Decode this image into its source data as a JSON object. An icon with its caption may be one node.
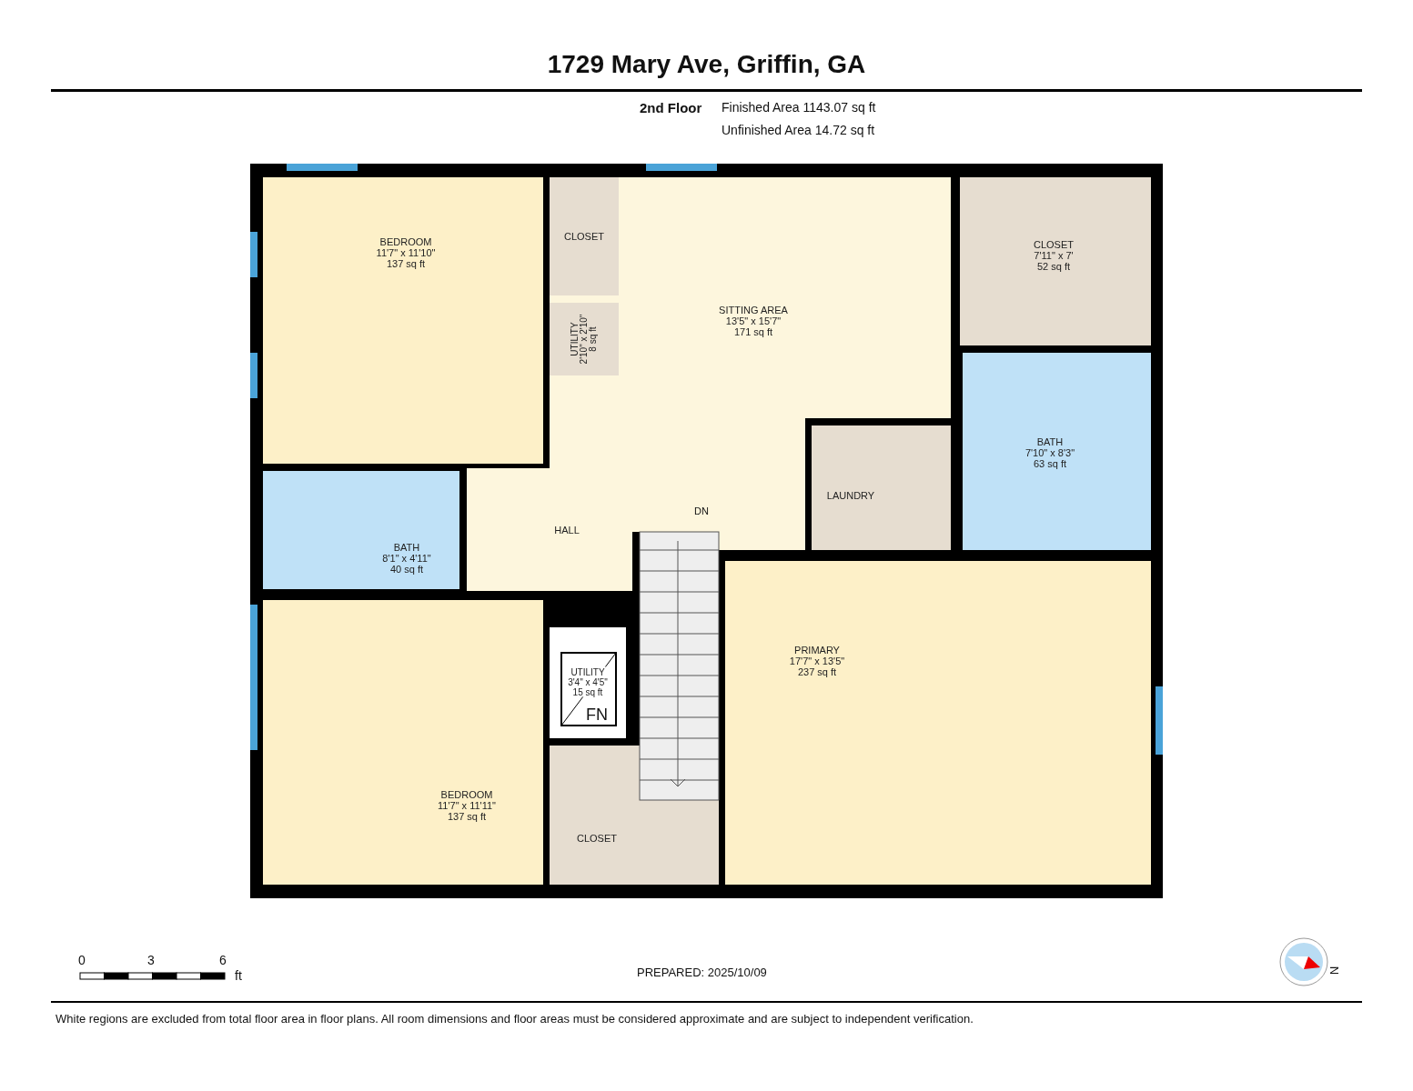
{
  "diagram": {
    "title": "1729 Mary Ave, Griffin, GA",
    "nodes": [
      {
        "text": [
          "BEDROOM",
          "11'7\" x 11'10\"",
          "137 sq ft"
        ]
      },
      {
        "text": [
          "CLOSET"
        ]
      },
      {
        "text": [
          "SITTING AREA",
          "13'5\" x 15'7\"",
          "171 sq ft"
        ]
      },
      {
        "text": [
          "CLOSET",
          "7'11\" x 7'",
          "52 sq ft"
        ]
      },
      {
        "text": [
          "UTILITY",
          "2'10\" x 2'10\"",
          "8 sq ft"
        ]
      },
      {
        "text": [
          "BATH",
          "7'10\" x 8'3\"",
          "63 sq ft"
        ]
      },
      {
        "text": [
          "LAUNDRY"
        ]
      },
      {
        "text": [
          "HALL"
        ]
      },
      {
        "text": [
          "BATH",
          "8'1\" x 4'11\"",
          "40 sq ft"
        ]
      },
      {
        "text": [
          "PRIMARY",
          "17'7\" x 13'5\"",
          "237 sq ft"
        ]
      },
      {
        "text": [
          "UTILITY",
          "3'4\" x 4'5\"",
          "15 sq ft"
        ]
      },
      {
        "text": [
          "BEDROOM",
          "11'7\" x 11'11\"",
          "137 sq ft"
        ]
      },
      {
        "text": [
          "CLOSET"
        ]
      }
    ],
    "labels": [
      "2nd Floor",
      "Finished Area 1143.07 sq ft",
      "Unfinished Area 14.72 sq ft",
      "DN",
      "FN",
      "0",
      "3",
      "6",
      "ft",
      "PREPARED: 2025/10/09",
      "N",
      "White regions are excluded from total floor area in floor plans. All room dimensions and floor areas must be considered approximate and are subject to independent verification."
    ]
  }
}
